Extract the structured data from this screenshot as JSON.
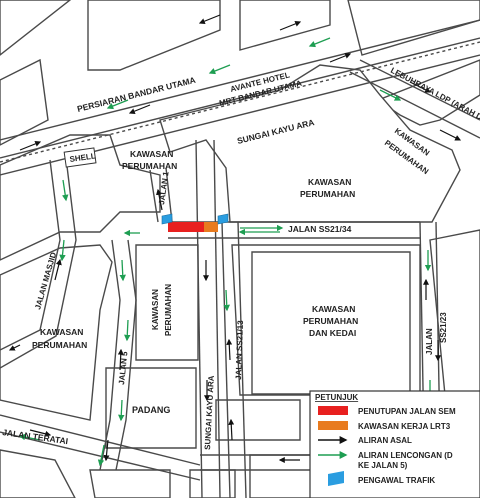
{
  "map": {
    "roads": {
      "persiaran_bandar_utama": "PERSIARAN BANDAR UTAMA",
      "lebuhraya_ldp": "LEBUHRAYA LDP (ARAH DAMANSARA)",
      "sungai_kayu_ara_top": "SUNGAI KAYU ARA",
      "sungai_kayu_ara_bottom": "SUNGAI KAYU ARA",
      "jalan_1": "JALAN 1",
      "jalan_ss21_34": "JALAN SS21/34",
      "jalan_masjid": "JALAN MASJID",
      "jalan_5": "JALAN 5",
      "jalan_ss21_13": "JALAN SS21/13",
      "jalan_ss21_23a": "JALAN",
      "jalan_ss21_23b": "SS21/23",
      "jalan_teratai": "JALAN TERATAI"
    },
    "places": {
      "shell": "SHELL",
      "avante_1": "AVANTE HOTEL",
      "avante_2": "MRT BANDAR UTAMA",
      "kp_top_1": "KAWASAN",
      "kp_top_2": "PERUMAHAN",
      "kp_mid_1": "KAWASAN",
      "kp_mid_2": "PERUMAHAN",
      "kp_ne_1": "KAWASAN",
      "kp_ne_2": "PERUMAHAN",
      "kp_west_1": "KAWASAN",
      "kp_west_2": "PERUMAHAN",
      "kp_v_1": "KAWASAN",
      "kp_v_2": "PERUMAHAN",
      "kpk_1": "KAWASAN",
      "kpk_2": "PERUMAHAN",
      "kpk_3": "DAN KEDAI",
      "padang": "PADANG"
    },
    "colors": {
      "closure": "#e8201f",
      "lrt3": "#e87b1f",
      "original_flow": "#111111",
      "detour_flow": "#1e9e52",
      "traffic_warden": "#2a9de0"
    }
  },
  "legend": {
    "title": "PETUNJUK",
    "items": [
      {
        "label": "PENUTUPAN JALAN SEM",
        "icon": "closure-swatch"
      },
      {
        "label": "KAWASAN KERJA LRT3",
        "icon": "lrt3-swatch"
      },
      {
        "label": "ALIRAN ASAL",
        "icon": "black-arrow"
      },
      {
        "label": "ALIRAN LENCONGAN (D",
        "label2": "KE JALAN 5)",
        "icon": "green-arrow"
      },
      {
        "label": "PENGAWAL TRAFIK",
        "icon": "flag-icon"
      }
    ]
  }
}
